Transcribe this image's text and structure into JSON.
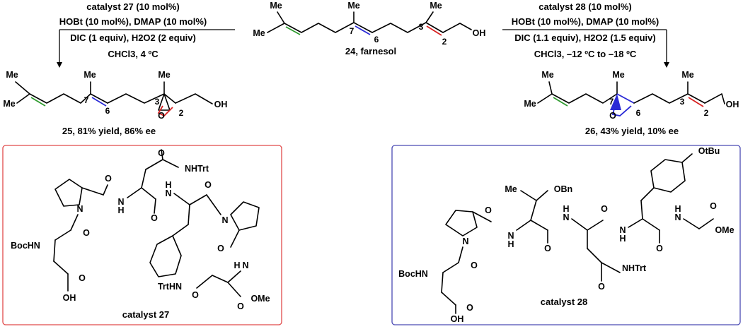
{
  "reaction_left": {
    "conditions": [
      "catalyst 27 (10 mol%)",
      "HOBt (10 mol%), DMAP (10 mol%)",
      "DIC (1 equiv), H2O2 (2 equiv)",
      "CHCl3, 4 ºC"
    ]
  },
  "reaction_right": {
    "conditions": [
      "catalyst 28 (10 mol%)",
      "HOBt (10 mol%), DMAP (10 mol%)",
      "DIC (1.1 equiv), H2O2 (1.5 equiv)",
      "CHCl3, –12 ºC to –18 ºC"
    ]
  },
  "substrate": {
    "label": "24, farnesol"
  },
  "product_left": {
    "label": "25, 81% yield, 86% ee"
  },
  "product_right": {
    "label": "26, 43% yield, 10% ee"
  },
  "catalyst_left": {
    "label": "catalyst 27"
  },
  "catalyst_right": {
    "label": "catalyst 28"
  },
  "atoms": {
    "me": "Me",
    "oh": "OH",
    "o": "O",
    "n": "N",
    "h": "H",
    "bochn": "BocHN",
    "nhtrt": "NHTrt",
    "trthn": "TrtHN",
    "ome": "OMe",
    "obn": "OBn",
    "otbu": "OtBu",
    "n2": "2",
    "n3": "3",
    "n6": "6",
    "n7": "7"
  },
  "colors": {
    "green": "#2e9a2e",
    "blue": "#2a2ad6",
    "red": "#d82020",
    "box_left": "#e04a4a",
    "box_right": "#4a4ab4"
  }
}
